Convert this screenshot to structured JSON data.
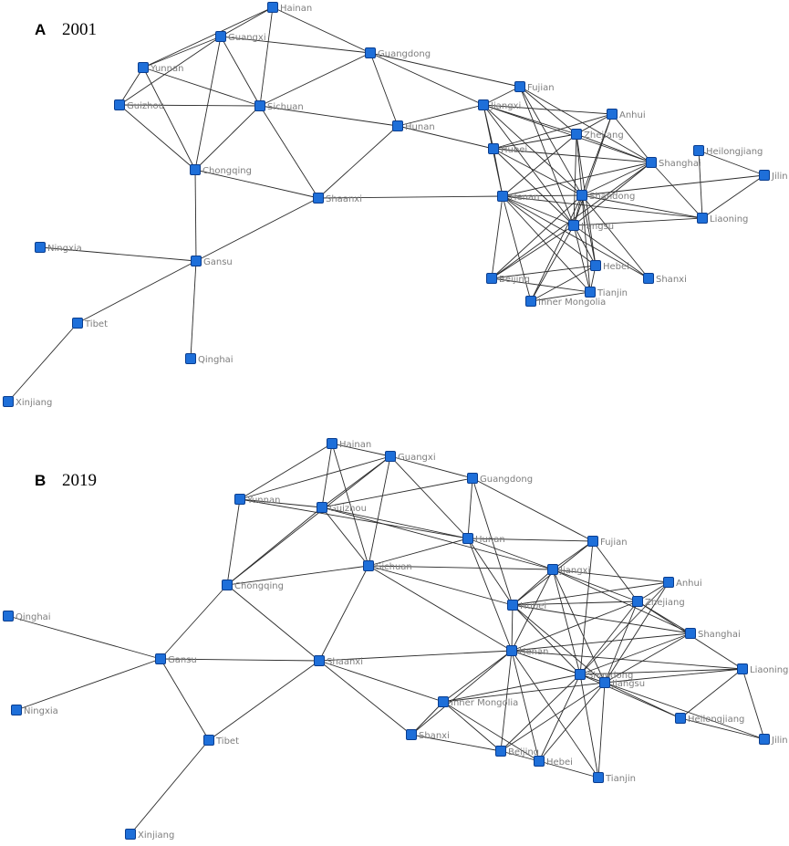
{
  "colors": {
    "node_fill": "#1e6fd9",
    "node_stroke": "#0a3d8f",
    "edge": "#2a2a2a",
    "label": "#7d7d7d"
  },
  "panels": [
    {
      "letter": "A",
      "year": "2001",
      "nodes": [
        {
          "id": "Hainan",
          "label": "Hainan"
        },
        {
          "id": "Guangxi",
          "label": "Guangxi"
        },
        {
          "id": "Yunnan",
          "label": "Yunnan"
        },
        {
          "id": "Guangdong",
          "label": "Guangdong"
        },
        {
          "id": "Guizhou",
          "label": "Guizhou"
        },
        {
          "id": "Sichuan",
          "label": "Sichuan"
        },
        {
          "id": "Fujian",
          "label": "Fujian"
        },
        {
          "id": "Jiangxi",
          "label": "Jiangxi"
        },
        {
          "id": "Anhui",
          "label": "Anhui"
        },
        {
          "id": "Hunan",
          "label": "Hunan"
        },
        {
          "id": "Zhejiang",
          "label": "Zhejiang"
        },
        {
          "id": "Hubei",
          "label": "Hubei"
        },
        {
          "id": "Heilongjiang",
          "label": "Heilongjiang"
        },
        {
          "id": "Shanghai",
          "label": "Shanghai"
        },
        {
          "id": "Chongqing",
          "label": "Chongqing"
        },
        {
          "id": "Jilin",
          "label": "Jilin"
        },
        {
          "id": "Shaanxi",
          "label": "Shaanxi"
        },
        {
          "id": "Henan",
          "label": "Henan"
        },
        {
          "id": "Shandong",
          "label": "Shandong"
        },
        {
          "id": "Liaoning",
          "label": "Liaoning"
        },
        {
          "id": "Jiangsu",
          "label": "Jiangsu"
        },
        {
          "id": "Ningxia",
          "label": "Ningxia"
        },
        {
          "id": "Gansu",
          "label": "Gansu"
        },
        {
          "id": "Hebei",
          "label": "Hebei"
        },
        {
          "id": "Beijing",
          "label": "Beijing"
        },
        {
          "id": "Shanxi",
          "label": "Shanxi"
        },
        {
          "id": "Tianjin",
          "label": "Tianjin"
        },
        {
          "id": "InnerMongolia",
          "label": "Inner Mongolia"
        },
        {
          "id": "Tibet",
          "label": "Tibet"
        },
        {
          "id": "Qinghai",
          "label": "Qinghai"
        },
        {
          "id": "Xinjiang",
          "label": "Xinjiang"
        }
      ],
      "edges": [
        [
          "Hainan",
          "Guangxi"
        ],
        [
          "Hainan",
          "Yunnan"
        ],
        [
          "Hainan",
          "Sichuan"
        ],
        [
          "Hainan",
          "Guangdong"
        ],
        [
          "Guangxi",
          "Yunnan"
        ],
        [
          "Guangxi",
          "Guizhou"
        ],
        [
          "Guangxi",
          "Sichuan"
        ],
        [
          "Guangxi",
          "Guangdong"
        ],
        [
          "Guangxi",
          "Chongqing"
        ],
        [
          "Yunnan",
          "Guizhou"
        ],
        [
          "Yunnan",
          "Sichuan"
        ],
        [
          "Yunnan",
          "Chongqing"
        ],
        [
          "Guizhou",
          "Sichuan"
        ],
        [
          "Guizhou",
          "Chongqing"
        ],
        [
          "Sichuan",
          "Chongqing"
        ],
        [
          "Sichuan",
          "Shaanxi"
        ],
        [
          "Sichuan",
          "Guangdong"
        ],
        [
          "Sichuan",
          "Hunan"
        ],
        [
          "Guangdong",
          "Hunan"
        ],
        [
          "Guangdong",
          "Jiangxi"
        ],
        [
          "Guangdong",
          "Fujian"
        ],
        [
          "Hunan",
          "Jiangxi"
        ],
        [
          "Hunan",
          "Hubei"
        ],
        [
          "Hunan",
          "Shaanxi"
        ],
        [
          "Chongqing",
          "Shaanxi"
        ],
        [
          "Chongqing",
          "Gansu"
        ],
        [
          "Shaanxi",
          "Henan"
        ],
        [
          "Shaanxi",
          "Gansu"
        ],
        [
          "Gansu",
          "Ningxia"
        ],
        [
          "Gansu",
          "Tibet"
        ],
        [
          "Gansu",
          "Qinghai"
        ],
        [
          "Tibet",
          "Xinjiang"
        ],
        [
          "Fujian",
          "Jiangxi"
        ],
        [
          "Fujian",
          "Zhejiang"
        ],
        [
          "Fujian",
          "Shandong"
        ],
        [
          "Fujian",
          "Jiangsu"
        ],
        [
          "Fujian",
          "Shanghai"
        ],
        [
          "Jiangxi",
          "Hubei"
        ],
        [
          "Jiangxi",
          "Anhui"
        ],
        [
          "Jiangxi",
          "Zhejiang"
        ],
        [
          "Jiangxi",
          "Henan"
        ],
        [
          "Jiangxi",
          "Shandong"
        ],
        [
          "Jiangxi",
          "Jiangsu"
        ],
        [
          "Jiangxi",
          "Shanghai"
        ],
        [
          "Anhui",
          "Zhejiang"
        ],
        [
          "Anhui",
          "Hubei"
        ],
        [
          "Anhui",
          "Shandong"
        ],
        [
          "Anhui",
          "Jiangsu"
        ],
        [
          "Anhui",
          "Shanghai"
        ],
        [
          "Zhejiang",
          "Hubei"
        ],
        [
          "Zhejiang",
          "Henan"
        ],
        [
          "Zhejiang",
          "Shandong"
        ],
        [
          "Zhejiang",
          "Jiangsu"
        ],
        [
          "Zhejiang",
          "Shanghai"
        ],
        [
          "Zhejiang",
          "Hebei"
        ],
        [
          "Hubei",
          "Henan"
        ],
        [
          "Hubei",
          "Shandong"
        ],
        [
          "Hubei",
          "Jiangsu"
        ],
        [
          "Hubei",
          "Shanghai"
        ],
        [
          "Shanghai",
          "Shandong"
        ],
        [
          "Shanghai",
          "Jiangsu"
        ],
        [
          "Shanghai",
          "Henan"
        ],
        [
          "Shanghai",
          "Liaoning"
        ],
        [
          "Shanghai",
          "Beijing"
        ],
        [
          "Heilongjiang",
          "Jilin"
        ],
        [
          "Heilongjiang",
          "Liaoning"
        ],
        [
          "Jilin",
          "Liaoning"
        ],
        [
          "Jilin",
          "Shandong"
        ],
        [
          "Henan",
          "Shandong"
        ],
        [
          "Henan",
          "Jiangsu"
        ],
        [
          "Henan",
          "Hebei"
        ],
        [
          "Henan",
          "Beijing"
        ],
        [
          "Henan",
          "InnerMongolia"
        ],
        [
          "Henan",
          "Tianjin"
        ],
        [
          "Henan",
          "Shanxi"
        ],
        [
          "Henan",
          "Liaoning"
        ],
        [
          "Shandong",
          "Jiangsu"
        ],
        [
          "Shandong",
          "Liaoning"
        ],
        [
          "Shandong",
          "Hebei"
        ],
        [
          "Shandong",
          "Beijing"
        ],
        [
          "Shandong",
          "Tianjin"
        ],
        [
          "Shandong",
          "InnerMongolia"
        ],
        [
          "Shandong",
          "Shanxi"
        ],
        [
          "Jiangsu",
          "Hebei"
        ],
        [
          "Jiangsu",
          "Beijing"
        ],
        [
          "Jiangsu",
          "Tianjin"
        ],
        [
          "Jiangsu",
          "InnerMongolia"
        ],
        [
          "Jiangsu",
          "Shanxi"
        ],
        [
          "Jiangsu",
          "Liaoning"
        ],
        [
          "Hebei",
          "Beijing"
        ],
        [
          "Hebei",
          "Tianjin"
        ],
        [
          "Hebei",
          "InnerMongolia"
        ],
        [
          "Beijing",
          "Tianjin"
        ],
        [
          "InnerMongolia",
          "Tianjin"
        ]
      ]
    },
    {
      "letter": "B",
      "year": "2019",
      "nodes": [
        {
          "id": "Hainan",
          "label": "Hainan"
        },
        {
          "id": "Guangxi",
          "label": "Guangxi"
        },
        {
          "id": "Guangdong",
          "label": "Guangdong"
        },
        {
          "id": "Yunnan",
          "label": "Yunnan"
        },
        {
          "id": "Guizhou",
          "label": "Guizhou"
        },
        {
          "id": "Hunan",
          "label": "Hunan"
        },
        {
          "id": "Fujian",
          "label": "Fujian"
        },
        {
          "id": "Sichuan",
          "label": "Sichuan"
        },
        {
          "id": "Jiangxi",
          "label": "Jiangxi"
        },
        {
          "id": "Anhui",
          "label": "Anhui"
        },
        {
          "id": "Chongqing",
          "label": "Chongqing"
        },
        {
          "id": "Zhejiang",
          "label": "Zhejiang"
        },
        {
          "id": "Hubei",
          "label": "Hubei"
        },
        {
          "id": "Qinghai",
          "label": "Qinghai"
        },
        {
          "id": "Shanghai",
          "label": "Shanghai"
        },
        {
          "id": "Henan",
          "label": "Henan"
        },
        {
          "id": "Gansu",
          "label": "Gansu"
        },
        {
          "id": "Shaanxi",
          "label": "Shaanxi"
        },
        {
          "id": "Liaoning",
          "label": "Liaoning"
        },
        {
          "id": "Shandong",
          "label": "Shandong"
        },
        {
          "id": "Jiangsu",
          "label": "Jiangsu"
        },
        {
          "id": "InnerMongolia",
          "label": "Inner Mongolia"
        },
        {
          "id": "Ningxia",
          "label": "Ningxia"
        },
        {
          "id": "Heilongjiang",
          "label": "Heilongjiang"
        },
        {
          "id": "Shanxi",
          "label": "Shanxi"
        },
        {
          "id": "Jilin",
          "label": "Jilin"
        },
        {
          "id": "Tibet",
          "label": "Tibet"
        },
        {
          "id": "Beijing",
          "label": "Beijing"
        },
        {
          "id": "Hebei",
          "label": "Hebei"
        },
        {
          "id": "Tianjin",
          "label": "Tianjin"
        },
        {
          "id": "Xinjiang",
          "label": "Xinjiang"
        }
      ],
      "edges": [
        [
          "Hainan",
          "Guangxi"
        ],
        [
          "Hainan",
          "Guizhou"
        ],
        [
          "Hainan",
          "Sichuan"
        ],
        [
          "Hainan",
          "Yunnan"
        ],
        [
          "Guangxi",
          "Guizhou"
        ],
        [
          "Guangxi",
          "Yunnan"
        ],
        [
          "Guangxi",
          "Sichuan"
        ],
        [
          "Guangxi",
          "Guangdong"
        ],
        [
          "Guangxi",
          "Hunan"
        ],
        [
          "Guangxi",
          "Chongqing"
        ],
        [
          "Guangdong",
          "Hunan"
        ],
        [
          "Guangdong",
          "Guizhou"
        ],
        [
          "Guangdong",
          "Fujian"
        ],
        [
          "Guangdong",
          "Hubei"
        ],
        [
          "Yunnan",
          "Guizhou"
        ],
        [
          "Yunnan",
          "Chongqing"
        ],
        [
          "Yunnan",
          "Hunan"
        ],
        [
          "Guizhou",
          "Sichuan"
        ],
        [
          "Guizhou",
          "Chongqing"
        ],
        [
          "Guizhou",
          "Hunan"
        ],
        [
          "Guizhou",
          "Jiangxi"
        ],
        [
          "Sichuan",
          "Chongqing"
        ],
        [
          "Sichuan",
          "Hunan"
        ],
        [
          "Sichuan",
          "Shaanxi"
        ],
        [
          "Sichuan",
          "Henan"
        ],
        [
          "Sichuan",
          "Hubei"
        ],
        [
          "Sichuan",
          "Jiangxi"
        ],
        [
          "Chongqing",
          "Gansu"
        ],
        [
          "Chongqing",
          "Shaanxi"
        ],
        [
          "Hunan",
          "Jiangxi"
        ],
        [
          "Hunan",
          "Hubei"
        ],
        [
          "Hunan",
          "Henan"
        ],
        [
          "Hunan",
          "Fujian"
        ],
        [
          "Fujian",
          "Jiangxi"
        ],
        [
          "Fujian",
          "Zhejiang"
        ],
        [
          "Fujian",
          "Shandong"
        ],
        [
          "Fujian",
          "Hubei"
        ],
        [
          "Jiangxi",
          "Hubei"
        ],
        [
          "Jiangxi",
          "Anhui"
        ],
        [
          "Jiangxi",
          "Zhejiang"
        ],
        [
          "Jiangxi",
          "Henan"
        ],
        [
          "Jiangxi",
          "Shandong"
        ],
        [
          "Jiangxi",
          "Shanghai"
        ],
        [
          "Jiangxi",
          "Jiangsu"
        ],
        [
          "Anhui",
          "Zhejiang"
        ],
        [
          "Anhui",
          "Hubei"
        ],
        [
          "Anhui",
          "Shandong"
        ],
        [
          "Anhui",
          "Jiangsu"
        ],
        [
          "Zhejiang",
          "Hubei"
        ],
        [
          "Zhejiang",
          "Henan"
        ],
        [
          "Zhejiang",
          "Shandong"
        ],
        [
          "Zhejiang",
          "Jiangsu"
        ],
        [
          "Zhejiang",
          "Shanghai"
        ],
        [
          "Zhejiang",
          "Liaoning"
        ],
        [
          "Hubei",
          "Henan"
        ],
        [
          "Hubei",
          "Shandong"
        ],
        [
          "Hubei",
          "Shanghai"
        ],
        [
          "Hubei",
          "Jiangsu"
        ],
        [
          "Shanghai",
          "Henan"
        ],
        [
          "Shanghai",
          "Shandong"
        ],
        [
          "Shanghai",
          "Jiangsu"
        ],
        [
          "Henan",
          "Shaanxi"
        ],
        [
          "Henan",
          "Shandong"
        ],
        [
          "Henan",
          "Jiangsu"
        ],
        [
          "Henan",
          "InnerMongolia"
        ],
        [
          "Henan",
          "Shanxi"
        ],
        [
          "Henan",
          "Beijing"
        ],
        [
          "Henan",
          "Hebei"
        ],
        [
          "Henan",
          "Tianjin"
        ],
        [
          "Henan",
          "Liaoning"
        ],
        [
          "Gansu",
          "Qinghai"
        ],
        [
          "Gansu",
          "Ningxia"
        ],
        [
          "Gansu",
          "Tibet"
        ],
        [
          "Gansu",
          "Shaanxi"
        ],
        [
          "Shaanxi",
          "Tibet"
        ],
        [
          "Shaanxi",
          "InnerMongolia"
        ],
        [
          "Shaanxi",
          "Shanxi"
        ],
        [
          "Tibet",
          "Xinjiang"
        ],
        [
          "Shandong",
          "Jiangsu"
        ],
        [
          "Shandong",
          "InnerMongolia"
        ],
        [
          "Shandong",
          "Beijing"
        ],
        [
          "Shandong",
          "Hebei"
        ],
        [
          "Shandong",
          "Tianjin"
        ],
        [
          "Shandong",
          "Liaoning"
        ],
        [
          "Shandong",
          "Heilongjiang"
        ],
        [
          "Jiangsu",
          "Liaoning"
        ],
        [
          "Jiangsu",
          "Jilin"
        ],
        [
          "Jiangsu",
          "Heilongjiang"
        ],
        [
          "Jiangsu",
          "Beijing"
        ],
        [
          "Jiangsu",
          "Hebei"
        ],
        [
          "Jiangsu",
          "InnerMongolia"
        ],
        [
          "Jiangsu",
          "Tianjin"
        ],
        [
          "Liaoning",
          "Heilongjiang"
        ],
        [
          "Liaoning",
          "Jilin"
        ],
        [
          "Heilongjiang",
          "Jilin"
        ],
        [
          "InnerMongolia",
          "Shanxi"
        ],
        [
          "InnerMongolia",
          "Beijing"
        ],
        [
          "InnerMongolia",
          "Hebei"
        ],
        [
          "Shanxi",
          "Beijing"
        ],
        [
          "Beijing",
          "Hebei"
        ],
        [
          "Hebei",
          "Tianjin"
        ]
      ]
    }
  ]
}
